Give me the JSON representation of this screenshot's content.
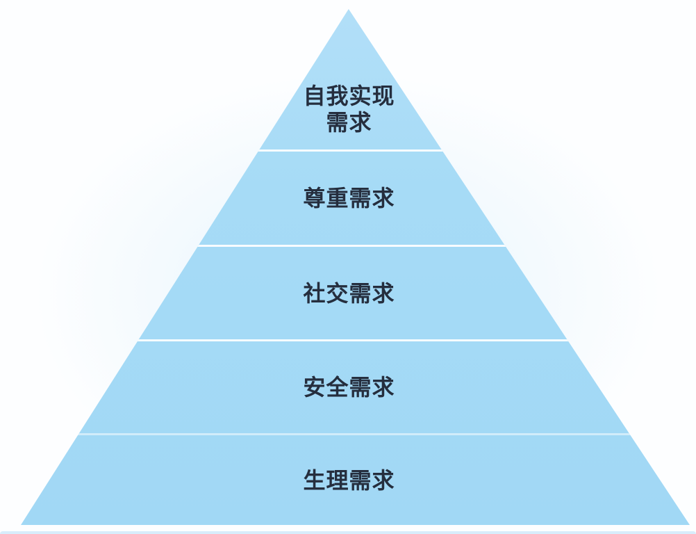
{
  "diagram": {
    "type": "pyramid",
    "levels": [
      {
        "lines": [
          "自我实现",
          "需求"
        ]
      },
      {
        "lines": [
          "尊重需求"
        ]
      },
      {
        "lines": [
          "社交需求"
        ]
      },
      {
        "lines": [
          "安全需求"
        ]
      },
      {
        "lines": [
          "生理需求"
        ]
      }
    ],
    "colors": {
      "fill_top": "#b2dff8",
      "fill_bottom": "#a1d8f5",
      "divider": "#ffffff",
      "text": "#252e3e",
      "background": "#fdfeff",
      "bottom_strip": "#d8edfb"
    }
  }
}
